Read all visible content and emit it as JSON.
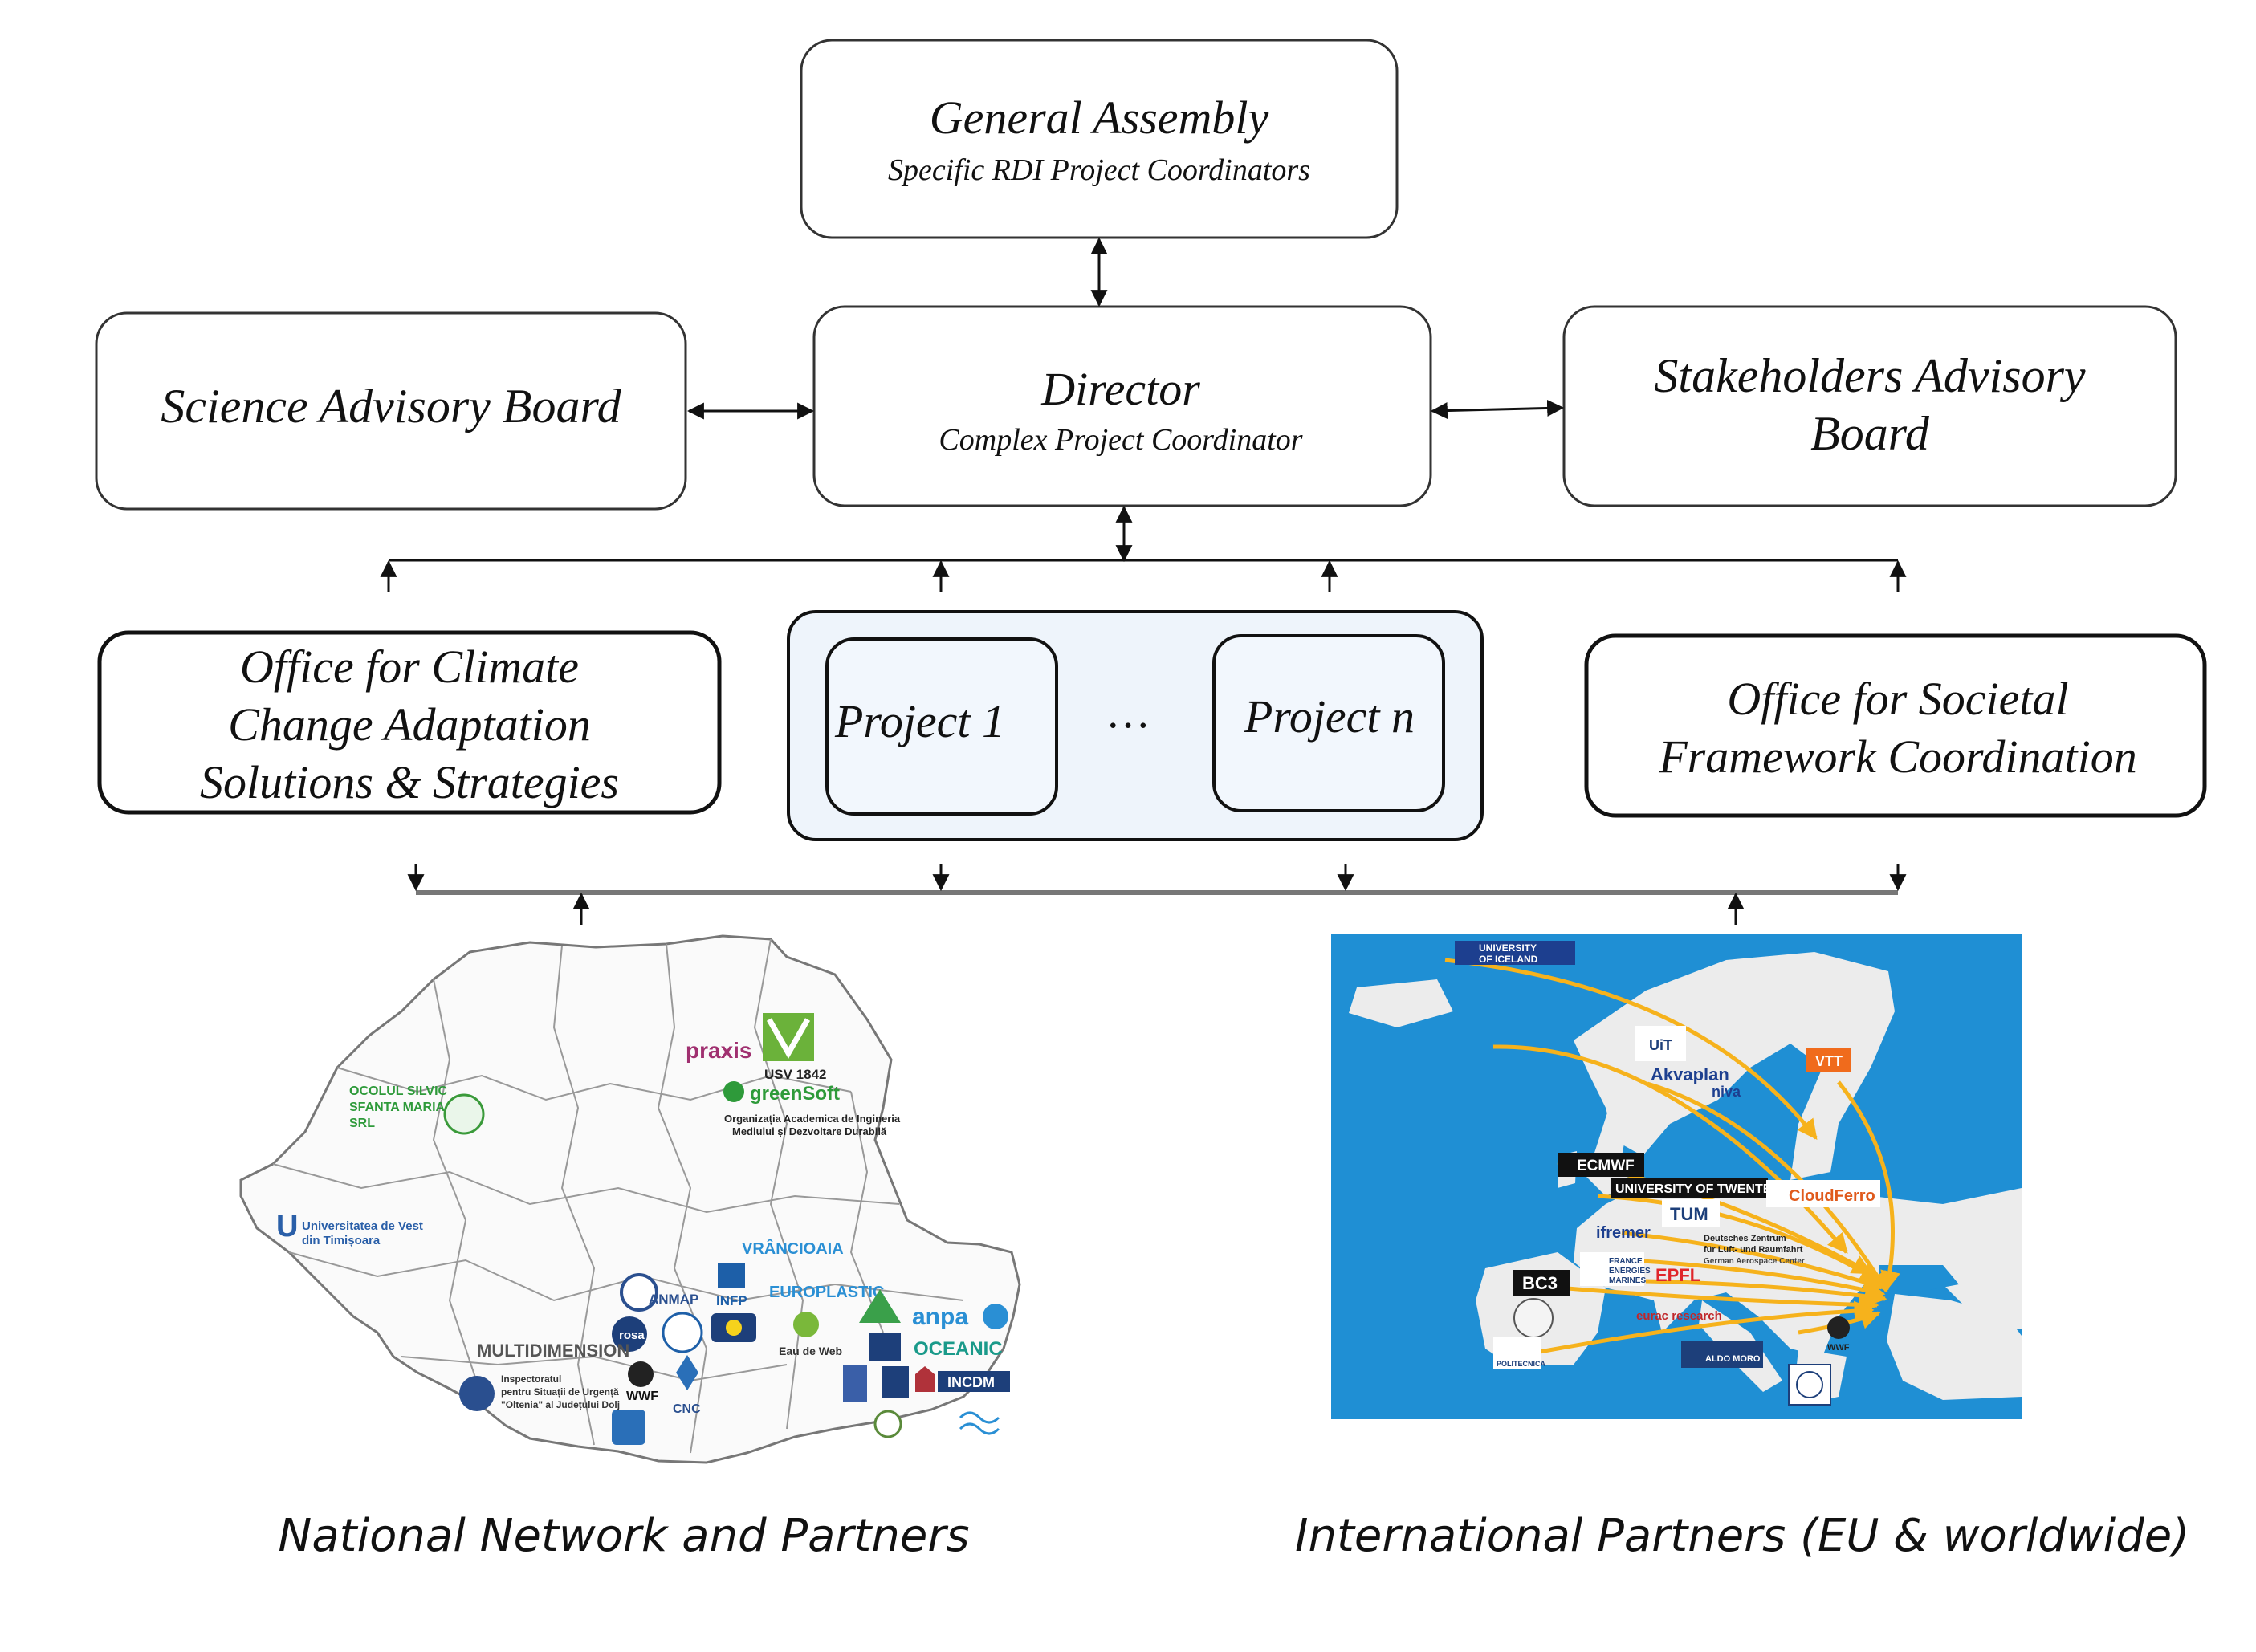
{
  "general_assembly": {
    "title": "General Assembly",
    "subtitle": "Specific RDI Project Coordinators"
  },
  "director": {
    "title": "Director",
    "subtitle": "Complex Project Coordinator"
  },
  "science_board": {
    "label": "Science Advisory Board"
  },
  "stakeholders_board": {
    "line1": "Stakeholders Advisory",
    "line2": "Board"
  },
  "climate_office": {
    "line1": "Office for Climate",
    "line2": "Change Adaptation",
    "line3": "Solutions & Strategies"
  },
  "projects": {
    "first": "Project 1",
    "ellipsis": "…",
    "last": "Project n"
  },
  "societal_office": {
    "line1": "Office for Societal",
    "line2": "Framework Coordination"
  },
  "national_logos": {
    "ocolul_1": "OCOLUL SILVIC",
    "ocolul_2": "SFANTA MARIA",
    "ocolul_3": "SRL",
    "praxis": "praxis",
    "usv": "USV 1842",
    "greensoft": "greenSoft",
    "org_1": "Organizația Academica de Ingineria",
    "org_2": "Mediului și Dezvoltare Durabilă",
    "uvt_1": "Universitatea de Vest",
    "uvt_2": "din Timișoara",
    "vrancioaia": "VRÂNCIOAIA",
    "anmap": "ANMAP",
    "infp": "INFP",
    "europlastic": "EUROPLASTIC",
    "anpa": "anpa",
    "oceanic": "OCEANIC",
    "incdm": "INCDM",
    "rosa": "rosa",
    "wwf": "WWF",
    "multidimension": "MULTIDIMENSION",
    "eau": "Eau de Web",
    "cnc": "CNC",
    "isu_1": "Inspectoratul",
    "isu_2": "pentru Situații de Urgență",
    "isu_3": "\"Oltenia\" al Județului Dolj"
  },
  "international_logos": {
    "iceland_1": "UNIVERSITY",
    "iceland_2": "OF ICELAND",
    "uit": "UiT",
    "akvaplan": "Akvaplan",
    "niva": "niva",
    "vtt": "VTT",
    "ecmwf": "ECMWF",
    "twente": "UNIVERSITY OF TWENTE.",
    "cloudferro": "CloudFerro",
    "tum": "TUM",
    "ifremer": "ifremer",
    "dlr_1": "Deutsches Zentrum",
    "dlr_2": "für Luft- und Raumfahrt",
    "dlr_3": "German Aerospace Center",
    "bc3": "BC3",
    "france_1": "FRANCE",
    "france_2": "ENERGIES",
    "france_3": "MARINES",
    "epfl": "EPFL",
    "eurac": "eurac research",
    "wwf": "WWF",
    "aldo": "ALDO MORO",
    "politecnica": "POLITECNICA"
  },
  "captions": {
    "national": "National Network and Partners",
    "international": "International Partners (EU & worldwide)"
  },
  "colors": {
    "sea": "#1f8fd4",
    "land": "#ececec",
    "arrows": "#f6b21c",
    "project_panel": "#eef4fb",
    "project_box": "#f2f7fd"
  }
}
